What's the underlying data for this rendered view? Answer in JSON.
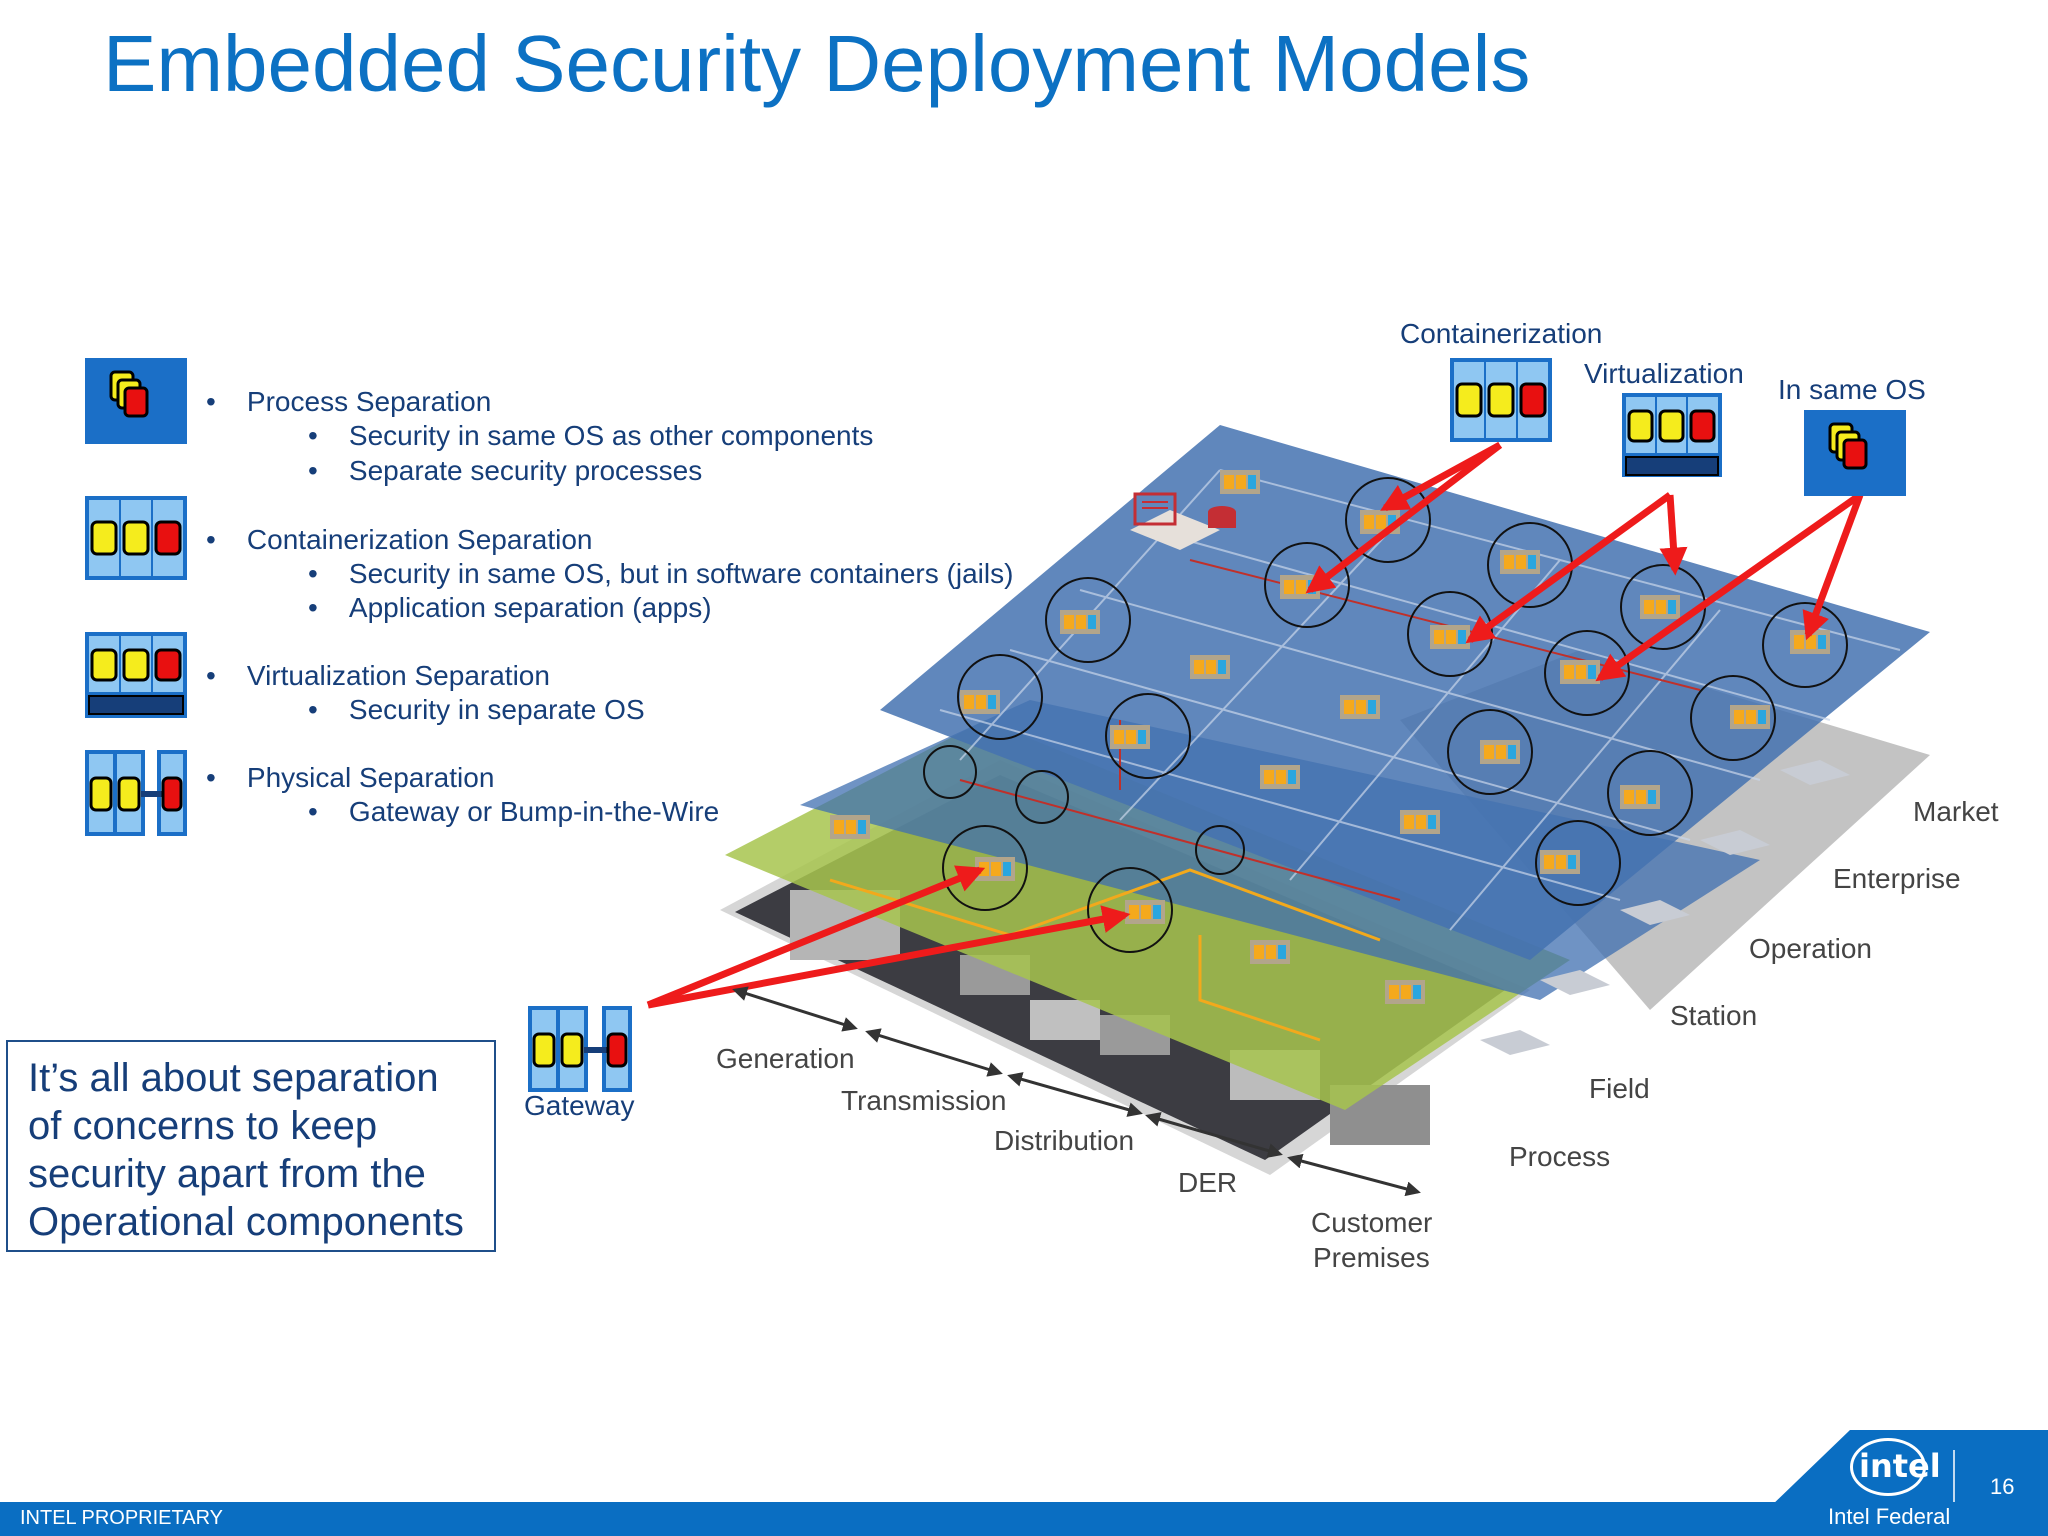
{
  "title": "Embedded Security Deployment Models",
  "legend": [
    {
      "heading": "Process Separation",
      "items": [
        "Security in same OS as other components",
        "Separate security processes"
      ]
    },
    {
      "heading": "Containerization Separation",
      "items": [
        "Security in same OS, but in software containers (jails)",
        "Application separation (apps)"
      ]
    },
    {
      "heading": "Virtualization Separation",
      "items": [
        "Security in separate OS"
      ]
    },
    {
      "heading": "Physical Separation",
      "items": [
        "Gateway or Bump-in-the-Wire"
      ]
    }
  ],
  "callout": "It’s all about separation of concerns to keep security apart from the Operational components",
  "diagram": {
    "top_labels": [
      "Containerization",
      "Virtualization",
      "In same OS"
    ],
    "gateway_label": "Gateway",
    "layer_labels": [
      "Market",
      "Enterprise",
      "Operation",
      "Station",
      "Field",
      "Process"
    ],
    "domain_labels": [
      "Generation",
      "Transmission",
      "Distribution",
      "DER",
      "Customer",
      "Premises"
    ]
  },
  "footer": {
    "left": "INTEL PROPRIETARY",
    "brand": "intel",
    "right": "Intel Federal",
    "page": "16"
  },
  "colors": {
    "title": "#0c71c3",
    "text": "#163e79",
    "footer": "#0a6ec2",
    "arrow": "#ee1b1b",
    "icon_blue": "#1b6fc7",
    "icon_yellow": "#f5ec1d",
    "icon_red": "#e81010"
  }
}
